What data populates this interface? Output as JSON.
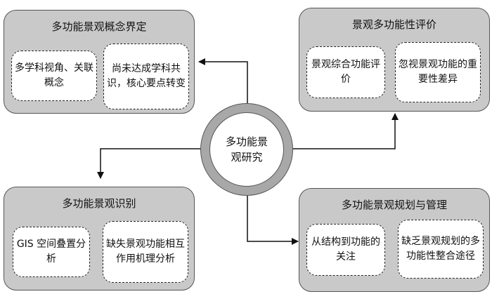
{
  "center": {
    "label": "多功能景观研究"
  },
  "panels": {
    "top_left": {
      "title": "多功能景观概念界定",
      "items": [
        "多学科视角、关联概念",
        "尚未达成学科共识，核心要点转变"
      ]
    },
    "top_right": {
      "title": "景观多功能性评价",
      "items": [
        "景观综合功能评价",
        "忽视景观功能的重要性差异"
      ]
    },
    "bottom_left": {
      "title": "多功能景观识别",
      "items": [
        "GIS 空间叠置分析",
        "缺失景观功能相互作用机理分析"
      ]
    },
    "bottom_right": {
      "title": "多功能景观规划与管理",
      "items": [
        "从结构到功能的关注",
        "缺乏景观规划的多功能性整合途径"
      ]
    }
  }
}
